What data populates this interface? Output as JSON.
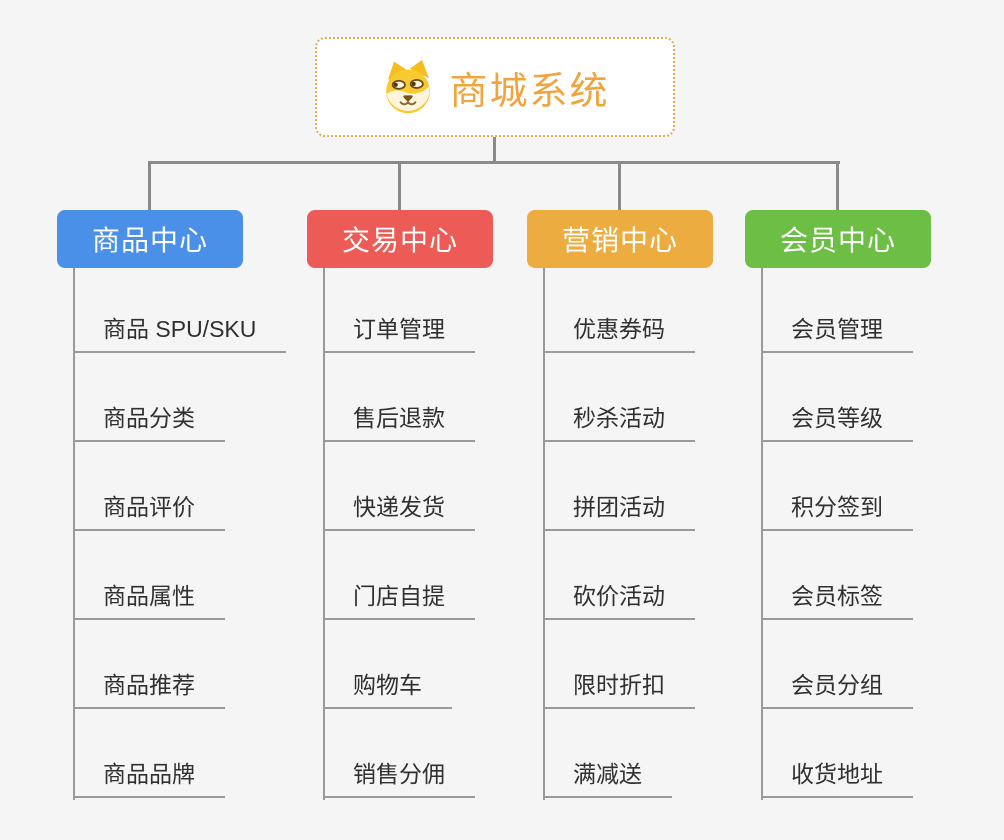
{
  "root": {
    "label": "商城系统",
    "icon": "dog-face-icon"
  },
  "branches": [
    {
      "label": "商品中心",
      "color": "#4A8FE8",
      "items": [
        "商品 SPU/SKU",
        "商品分类",
        "商品评价",
        "商品属性",
        "商品推荐",
        "商品品牌"
      ]
    },
    {
      "label": "交易中心",
      "color": "#EC5B55",
      "items": [
        "订单管理",
        "售后退款",
        "快递发货",
        "门店自提",
        "购物车",
        "销售分佣"
      ]
    },
    {
      "label": "营销中心",
      "color": "#EDAC40",
      "items": [
        "优惠券码",
        "秒杀活动",
        "拼团活动",
        "砍价活动",
        "限时折扣",
        "满减送"
      ]
    },
    {
      "label": "会员中心",
      "color": "#6CBE45",
      "items": [
        "会员管理",
        "会员等级",
        "积分签到",
        "会员标签",
        "会员分组",
        "收货地址"
      ]
    }
  ],
  "colors": {
    "background": "#F5F5F5",
    "connector": "#8A8A8A",
    "leaf_line": "#9A9A9A",
    "leaf_text": "#303030",
    "root_border": "#E7A850",
    "root_text": "#F0A43D",
    "header_text": "#FFFFFF"
  }
}
